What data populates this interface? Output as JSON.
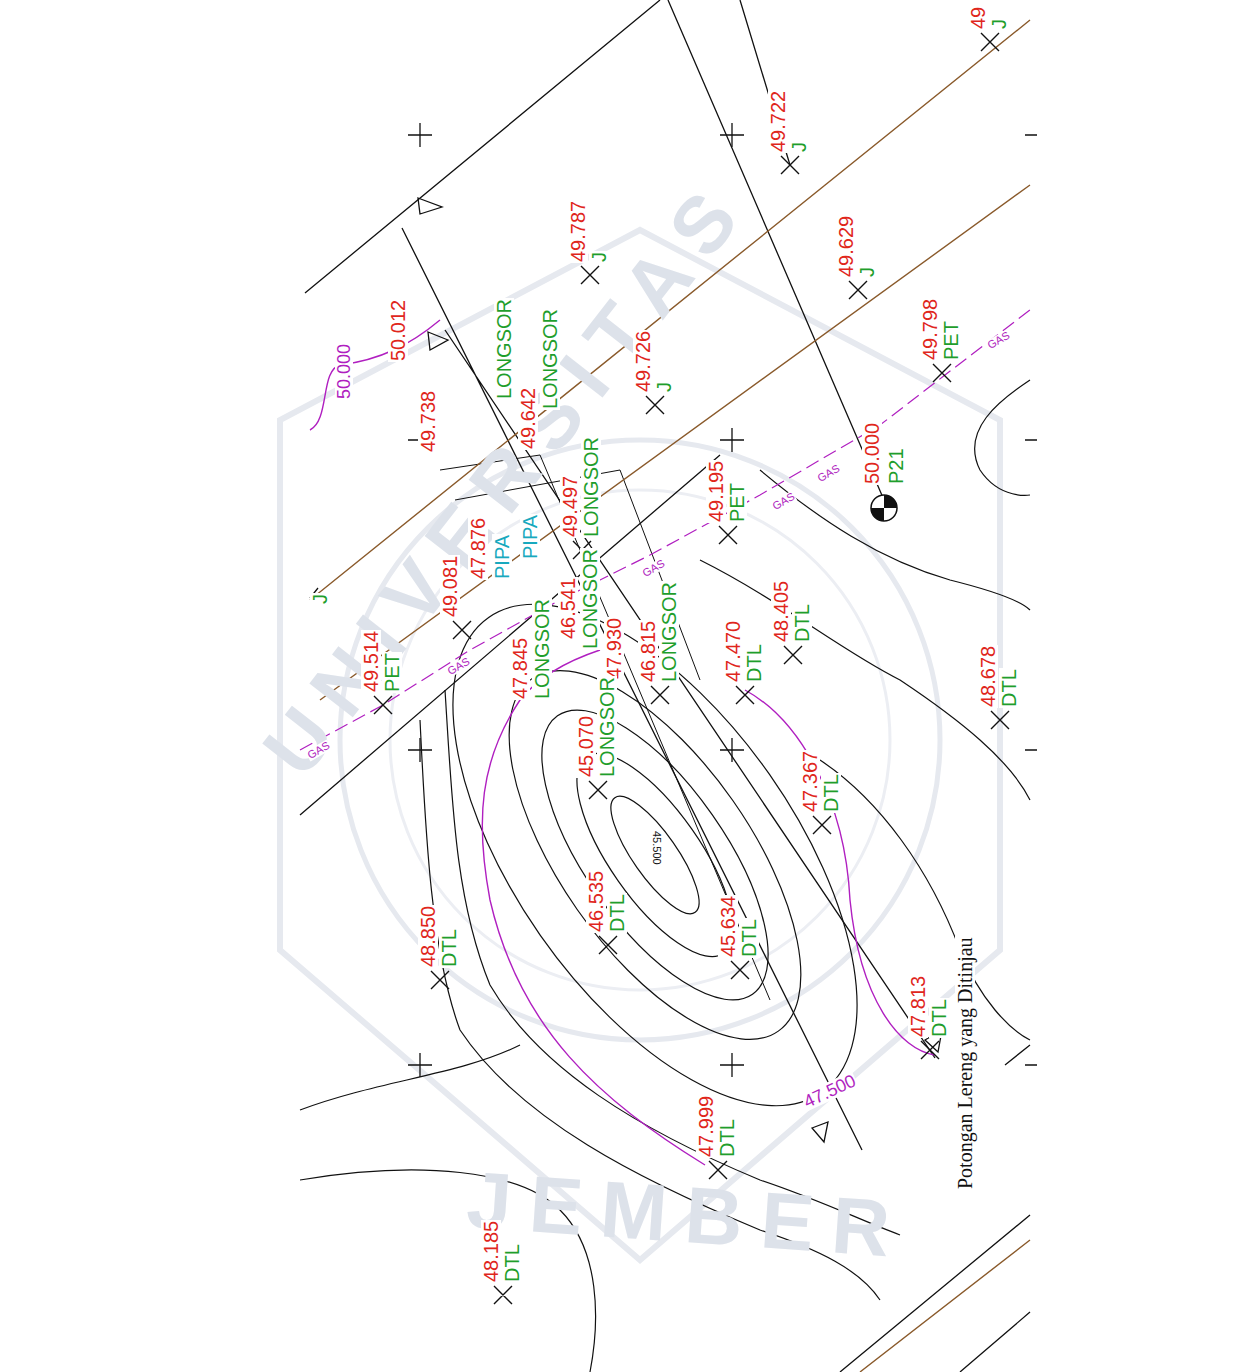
{
  "diagram": {
    "caption": "Potongan Lereng yang Ditinjau",
    "labels": [
      "UNIVERSITAS",
      "JEMBER",
      "49",
      "J",
      "49.722",
      "J",
      "49.787",
      "J",
      "49.629",
      "J",
      "49.726",
      "J",
      "49.798",
      "PET",
      "50.012",
      "50.000",
      "49.738",
      "LONGSOR",
      "49.642",
      "LONGSOR",
      "49.497",
      "LONGSOR",
      "49.195",
      "PET",
      "50.000",
      "P21",
      "47.876",
      "PIPA",
      "PIPA",
      "49.081",
      "46.541",
      "LONGSOR",
      "47.930",
      "47.845",
      "LONGSOR",
      "46.815",
      "LONGSOR",
      "48.405",
      "DTL",
      "47.470",
      "DTL",
      "48.678",
      "DTL",
      "49.514",
      "PET",
      "45.070",
      "LONGSOR",
      "47.367",
      "DTL",
      "45.500",
      "46.535",
      "DTL",
      "45.634",
      "DTL",
      "48.850",
      "DTL",
      "47.813",
      "DTL",
      "47.500",
      "47.999",
      "DTL",
      "48.185",
      "DTL",
      "J",
      "GAS",
      "GAS",
      "GAS",
      "GAS",
      "GAS",
      "GAS"
    ]
  }
}
